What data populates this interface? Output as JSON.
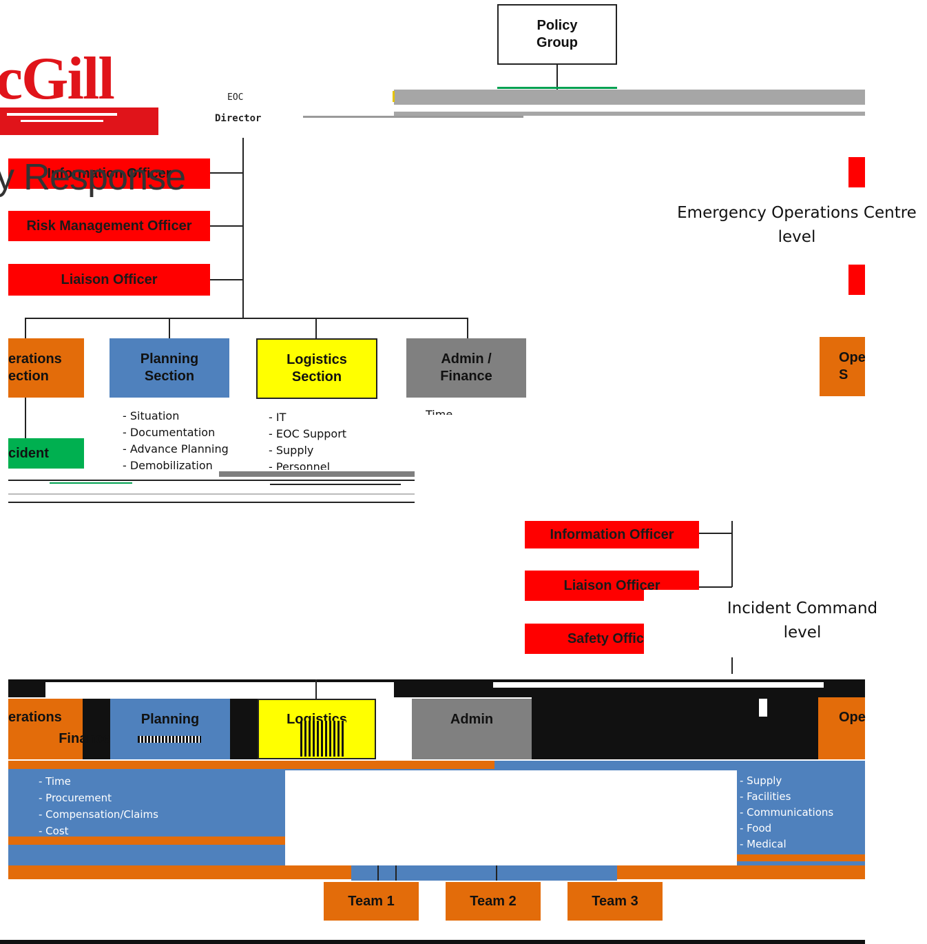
{
  "logo": {
    "text": "cGill",
    "color": "#e0141a"
  },
  "background_title": "y Response",
  "eoc": {
    "policy_group": "Policy Group",
    "director_line1": "EOC",
    "director_line2": "Director",
    "officers": [
      "Information Officer",
      "Risk Management Officer",
      "Liaison Officer"
    ],
    "sections": [
      {
        "label": "erations ection",
        "color": "#e36c0a"
      },
      {
        "label": "Planning Section",
        "color": "#4f81bd"
      },
      {
        "label": "Logistics Section",
        "color": "#ffff00"
      },
      {
        "label": "Admin / Finance",
        "color": "#808080"
      }
    ],
    "planning_duties": [
      "- Situation",
      "- Documentation",
      "- Advance Planning",
      "- Demobilization"
    ],
    "logistics_duties": [
      "- IT",
      "- EOC Support",
      "- Supply",
      "- Personnel"
    ],
    "admin_duties_partial": "Time",
    "incident_label": "cident",
    "right_partial_section": "Ope S",
    "level_label": "Emergency Operations Centre level"
  },
  "ic": {
    "officers": [
      "Information Officer",
      "Liaison Officer",
      "Safety Offic"
    ],
    "level_label": "Incident Command level",
    "sections": [
      {
        "label": "erations",
        "color": "#e36c0a"
      },
      {
        "label": "Planning",
        "color": "#4f81bd"
      },
      {
        "label": "Logistics",
        "color": "#ffff00"
      },
      {
        "label": "Admin",
        "color": "#808080"
      }
    ],
    "finance_label": "Finance",
    "right_section_partial": "Ope",
    "admin_duties": [
      "- Time",
      "- Procurement",
      "- Compensation/Claims",
      "- Cost"
    ],
    "logistics_duties": [
      "- Supply",
      "- Facilities",
      "- Communications",
      "- Food",
      "- Medical"
    ],
    "teams": [
      "Team 1",
      "Team 2",
      "Team 3"
    ]
  }
}
